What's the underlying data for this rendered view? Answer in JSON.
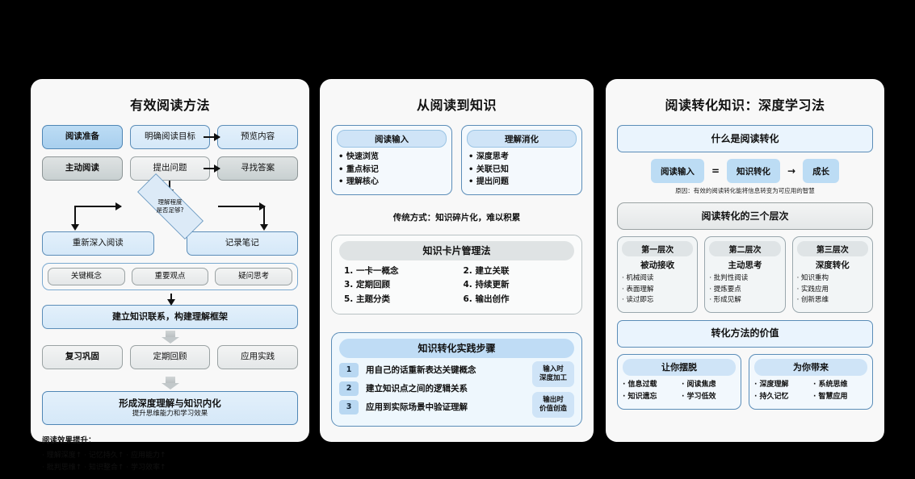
{
  "panel1": {
    "title": "有效阅读方法",
    "row1": [
      "阅读准备",
      "明确阅读目标",
      "预览内容"
    ],
    "row2": [
      "主动阅读",
      "提出问题",
      "寻找答案"
    ],
    "decision": {
      "line1": "理解程度",
      "line2": "是否足够?"
    },
    "branch": [
      "重新深入阅读",
      "记录笔记"
    ],
    "group": [
      "关键概念",
      "重要观点",
      "疑问思考"
    ],
    "link": "建立知识联系，构建理解框架",
    "row3": [
      "复习巩固",
      "定期回顾",
      "应用实践"
    ],
    "final": {
      "main": "形成深度理解与知识内化",
      "sub": "提升思维能力和学习效果"
    },
    "footer": {
      "heading": "阅读效果提升：",
      "line1": "· 理解深度↑ · 记忆持久↑ · 应用能力↑",
      "line2": "· 批判思维↑ · 知识整合↑ · 学习效率↑"
    }
  },
  "panel2": {
    "title": "从阅读到知识",
    "cards": [
      {
        "header": "阅读输入",
        "items": [
          "• 快速浏览",
          "• 重点标记",
          "• 理解核心"
        ]
      },
      {
        "header": "理解消化",
        "items": [
          "• 深度思考",
          "• 关联已知",
          "• 提出问题"
        ]
      }
    ],
    "note": "传统方式：知识碎片化，难以积累",
    "cardmethod": {
      "header": "知识卡片管理法",
      "items": [
        "1. 一卡一概念",
        "2. 建立关联",
        "3. 定期回顾",
        "4. 持续更新",
        "5. 主题分类",
        "6. 输出创作"
      ]
    },
    "practice": {
      "header": "知识转化实践步骤",
      "steps": [
        {
          "num": "1",
          "text": "用自己的话重新表达关键概念"
        },
        {
          "num": "2",
          "text": "建立知识点之间的逻辑关系"
        },
        {
          "num": "3",
          "text": "应用到实际场景中验证理解"
        }
      ],
      "badges": [
        {
          "line1": "输入时",
          "line2": "深度加工"
        },
        {
          "line1": "输出时",
          "line2": "价值创造"
        }
      ]
    }
  },
  "panel3": {
    "title": "阅读转化知识：深度学习法",
    "what": "什么是阅读转化",
    "equation": [
      {
        "type": "chip",
        "text": "阅读输入"
      },
      {
        "type": "op",
        "text": "="
      },
      {
        "type": "chip",
        "text": "知识转化"
      },
      {
        "type": "op",
        "text": "→"
      },
      {
        "type": "chip",
        "text": "成长"
      }
    ],
    "reason": "原因：有效的阅读转化能将信息转变为可应用的智慧",
    "levels_title": "阅读转化的三个层次",
    "tiers": [
      {
        "header": "第一层次",
        "sub": "被动接收",
        "items": [
          "· 机械阅读",
          "· 表面理解",
          "· 读过即忘"
        ]
      },
      {
        "header": "第二层次",
        "sub": "主动思考",
        "items": [
          "· 批判性阅读",
          "· 提炼要点",
          "· 形成见解"
        ]
      },
      {
        "header": "第三层次",
        "sub": "深度转化",
        "items": [
          "· 知识重构",
          "· 实践应用",
          "· 创新思维"
        ]
      }
    ],
    "value_title": "转化方法的价值",
    "value_boxes": [
      {
        "header": "让你摆脱",
        "items": [
          "· 信息过载",
          "· 阅读焦虑",
          "· 知识遗忘",
          "· 学习低效"
        ]
      },
      {
        "header": "为你带来",
        "items": [
          "· 深度理解",
          "· 系统思维",
          "· 持久记忆",
          "· 智慧应用"
        ]
      }
    ]
  }
}
